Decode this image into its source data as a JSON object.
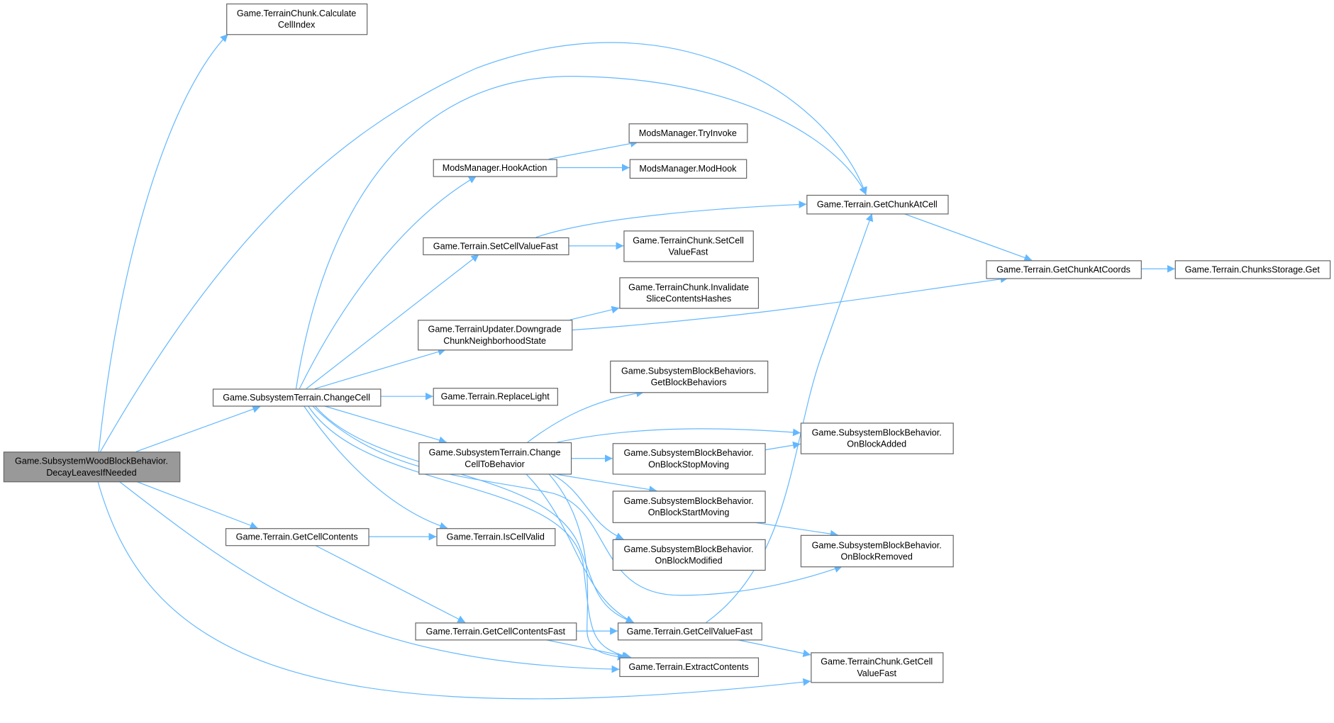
{
  "diagram": {
    "type": "call-graph",
    "colors": {
      "edge": "#63b8ff",
      "root_fill": "#999999",
      "node_border": "#666666"
    },
    "nodes": [
      {
        "id": "root",
        "lines": [
          "Game.SubsystemWoodBlockBehavior.",
          "DecayLeavesIfNeeded"
        ]
      },
      {
        "id": "calcCellIndex",
        "lines": [
          "Game.TerrainChunk.Calculate",
          "CellIndex"
        ]
      },
      {
        "id": "changeCell",
        "lines": [
          "Game.SubsystemTerrain.ChangeCell"
        ]
      },
      {
        "id": "getCellContents",
        "lines": [
          "Game.Terrain.GetCellContents"
        ]
      },
      {
        "id": "hookAction",
        "lines": [
          "ModsManager.HookAction"
        ]
      },
      {
        "id": "setCellValueFast",
        "lines": [
          "Game.Terrain.SetCellValueFast"
        ]
      },
      {
        "id": "downgrade",
        "lines": [
          "Game.TerrainUpdater.Downgrade",
          "ChunkNeighborhoodState"
        ]
      },
      {
        "id": "replaceLight",
        "lines": [
          "Game.Terrain.ReplaceLight"
        ]
      },
      {
        "id": "changeCellToBehavior",
        "lines": [
          "Game.SubsystemTerrain.Change",
          "CellToBehavior"
        ]
      },
      {
        "id": "isCellValid",
        "lines": [
          "Game.Terrain.IsCellValid"
        ]
      },
      {
        "id": "getCellContentsFast",
        "lines": [
          "Game.Terrain.GetCellContentsFast"
        ]
      },
      {
        "id": "tryInvoke",
        "lines": [
          "ModsManager.TryInvoke"
        ]
      },
      {
        "id": "modHook",
        "lines": [
          "ModsManager.ModHook"
        ]
      },
      {
        "id": "tcSetCellValueFast",
        "lines": [
          "Game.TerrainChunk.SetCell",
          "ValueFast"
        ]
      },
      {
        "id": "invalidate",
        "lines": [
          "Game.TerrainChunk.Invalidate",
          "SliceContentsHashes"
        ]
      },
      {
        "id": "getBlockBehaviors",
        "lines": [
          "Game.SubsystemBlockBehaviors.",
          "GetBlockBehaviors"
        ]
      },
      {
        "id": "onBlockStopMoving",
        "lines": [
          "Game.SubsystemBlockBehavior.",
          "OnBlockStopMoving"
        ]
      },
      {
        "id": "onBlockStartMoving",
        "lines": [
          "Game.SubsystemBlockBehavior.",
          "OnBlockStartMoving"
        ]
      },
      {
        "id": "onBlockModified",
        "lines": [
          "Game.SubsystemBlockBehavior.",
          "OnBlockModified"
        ]
      },
      {
        "id": "getCellValueFast",
        "lines": [
          "Game.Terrain.GetCellValueFast"
        ]
      },
      {
        "id": "extractContents",
        "lines": [
          "Game.Terrain.ExtractContents"
        ]
      },
      {
        "id": "getChunkAtCell",
        "lines": [
          "Game.Terrain.GetChunkAtCell"
        ]
      },
      {
        "id": "onBlockAdded",
        "lines": [
          "Game.SubsystemBlockBehavior.",
          "OnBlockAdded"
        ]
      },
      {
        "id": "onBlockRemoved",
        "lines": [
          "Game.SubsystemBlockBehavior.",
          "OnBlockRemoved"
        ]
      },
      {
        "id": "tcGetCellValueFast",
        "lines": [
          "Game.TerrainChunk.GetCell",
          "ValueFast"
        ]
      },
      {
        "id": "getChunkAtCoords",
        "lines": [
          "Game.Terrain.GetChunkAtCoords"
        ]
      },
      {
        "id": "chunksStorageGet",
        "lines": [
          "Game.Terrain.ChunksStorage.Get"
        ]
      }
    ],
    "edges": [
      [
        "root",
        "calcCellIndex"
      ],
      [
        "root",
        "getChunkAtCell"
      ],
      [
        "root",
        "changeCell"
      ],
      [
        "root",
        "getCellContents"
      ],
      [
        "root",
        "extractContents"
      ],
      [
        "root",
        "tcGetCellValueFast"
      ],
      [
        "changeCell",
        "getChunkAtCell"
      ],
      [
        "changeCell",
        "hookAction"
      ],
      [
        "changeCell",
        "setCellValueFast"
      ],
      [
        "changeCell",
        "downgrade"
      ],
      [
        "changeCell",
        "replaceLight"
      ],
      [
        "changeCell",
        "changeCellToBehavior"
      ],
      [
        "changeCell",
        "isCellValid"
      ],
      [
        "changeCell",
        "getCellValueFast"
      ],
      [
        "changeCell",
        "extractContents"
      ],
      [
        "changeCell",
        "onBlockRemoved"
      ],
      [
        "changeCellToBehavior",
        "getBlockBehaviors"
      ],
      [
        "changeCellToBehavior",
        "onBlockAdded"
      ],
      [
        "changeCellToBehavior",
        "onBlockStopMoving"
      ],
      [
        "changeCellToBehavior",
        "onBlockStartMoving"
      ],
      [
        "changeCellToBehavior",
        "onBlockModified"
      ],
      [
        "changeCellToBehavior",
        "getCellValueFast"
      ],
      [
        "changeCellToBehavior",
        "extractContents"
      ],
      [
        "onBlockStopMoving",
        "onBlockAdded"
      ],
      [
        "onBlockStartMoving",
        "onBlockRemoved"
      ],
      [
        "getCellContents",
        "isCellValid"
      ],
      [
        "getCellContents",
        "getCellContentsFast"
      ],
      [
        "getCellContentsFast",
        "getCellValueFast"
      ],
      [
        "getCellContentsFast",
        "extractContents"
      ],
      [
        "getCellValueFast",
        "getChunkAtCell"
      ],
      [
        "getCellValueFast",
        "tcGetCellValueFast"
      ],
      [
        "hookAction",
        "tryInvoke"
      ],
      [
        "hookAction",
        "modHook"
      ],
      [
        "setCellValueFast",
        "getChunkAtCell"
      ],
      [
        "setCellValueFast",
        "tcSetCellValueFast"
      ],
      [
        "downgrade",
        "invalidate"
      ],
      [
        "downgrade",
        "getChunkAtCoords"
      ],
      [
        "getChunkAtCell",
        "getChunkAtCoords"
      ],
      [
        "getChunkAtCoords",
        "chunksStorageGet"
      ]
    ]
  }
}
